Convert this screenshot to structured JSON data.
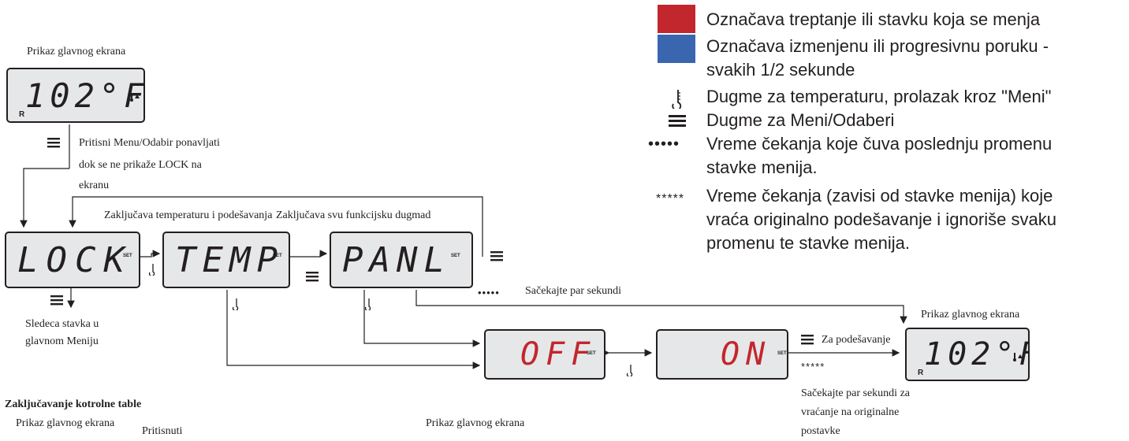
{
  "legend": {
    "red_color": "#c1272d",
    "blue_color": "#3a66b0",
    "red_text": "Označava treptanje ili stavku koja se menja",
    "blue_text_1": "Označava izmenjenu ili progresivnu poruku -",
    "blue_text_2": "svakih 1/2 sekunde",
    "temp_text": "Dugme za temperaturu, prolazak kroz \"Meni\"",
    "menu_text": "Dugme za Meni/Odaberi",
    "dots_text_1": "Vreme čekanja koje čuva poslednju promenu",
    "dots_text_2": "stavke menija.",
    "stars_text_1": "Vreme čekanja (zavisi od stavke menija) koje",
    "stars_text_2": "vraća originalno podešavanje i ignoriše svaku",
    "stars_text_3": "promenu te stavke menija.",
    "dots_symbol": "•••••",
    "stars_symbol": "*****"
  },
  "flow": {
    "main_screen_top": "Prikaz glavnog ekrana",
    "lcd_main": "102°F",
    "indicator_r": "R",
    "set_tag": "SET",
    "press_menu_1": "Pritisni Menu/Odabir ponavljati",
    "press_menu_2": "dok se ne prikaže LOCK na",
    "press_menu_3": "ekranu",
    "lock_temp_desc": "Zaključava temperaturu i podešavanja",
    "lock_panel_desc": "Zaključava svu funkcijsku dugmad",
    "lcd_lock": "LOCK",
    "lcd_temp": "TEMP",
    "lcd_panl": "PANL",
    "next_item_1": "Sledeca stavka u",
    "next_item_2": "glavnom Meniju",
    "wait_seconds": "Sačekajte par sekundi",
    "main_screen_right": "Prikaz glavnog ekrana",
    "lcd_off": "OFF",
    "lcd_on": "ON",
    "for_setting": "Za podešavanje",
    "wait_revert_1": "Sačekajte par sekundi za",
    "wait_revert_2": "vraćanje na originalne",
    "wait_revert_3": "postavke",
    "stars": "*****",
    "dots": "•••••"
  },
  "footer": {
    "section_title": "Zaključavanje kotrolne table",
    "main_screen_left": "Prikaz glavnog ekrana",
    "press_label": "Pritisnuti",
    "main_screen_mid": "Prikaz glavnog ekrana",
    "settings_label": "postavke"
  }
}
